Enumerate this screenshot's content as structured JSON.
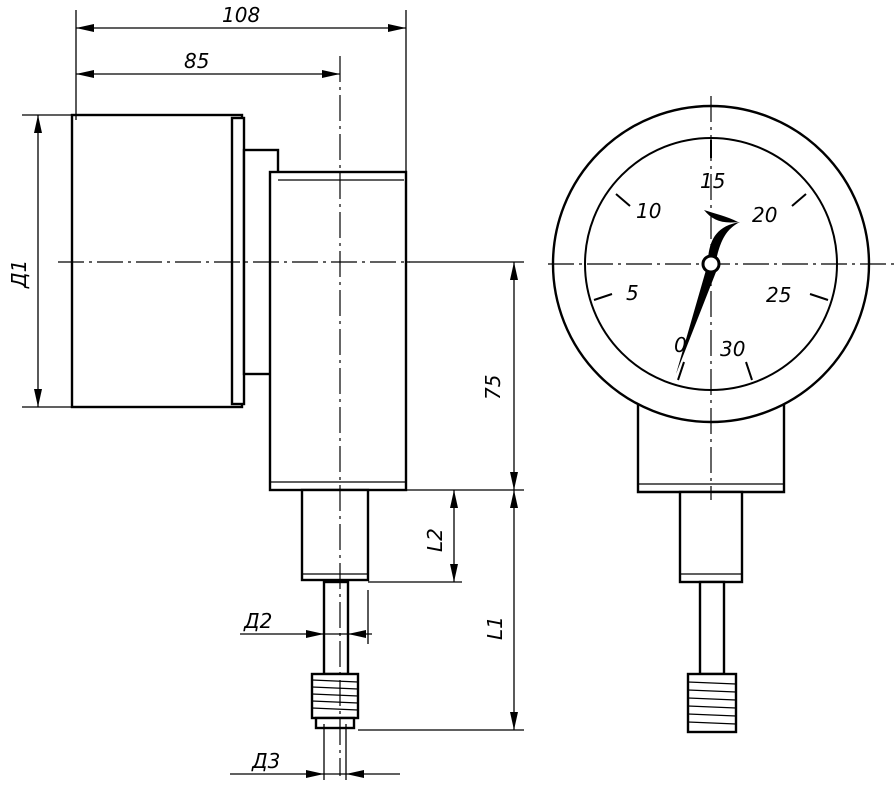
{
  "dimensions": {
    "overall_length": "108",
    "axis_offset": "85",
    "body_height": "75",
    "case_diameter": "Д1",
    "stem_diameter": "Д2",
    "thread_diameter": "Д3",
    "nipple_length": "L2",
    "stem_length": "L1"
  },
  "dial": {
    "scale_labels": [
      "10",
      "15",
      "20",
      "5",
      "25",
      "0",
      "30"
    ]
  }
}
